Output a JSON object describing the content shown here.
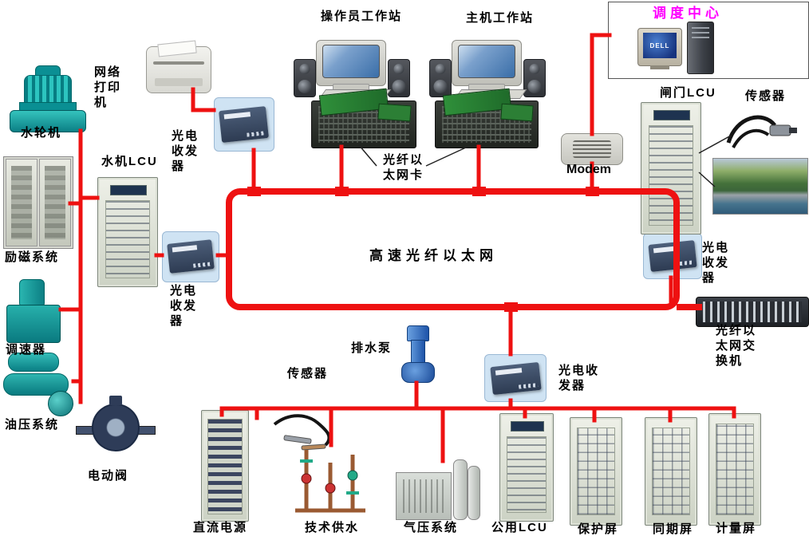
{
  "colors": {
    "line_red": "#ee1111",
    "magenta": "#ff00ff"
  },
  "labels": {
    "operator_ws": "操作员工作站",
    "main_ws": "主机工作站",
    "dispatch_center": "调度中心",
    "network_printer": "网络打印机",
    "transceiver_top": "光电收发器",
    "turbine": "水轮机",
    "hydro_lcu": "水机LCU",
    "excitation": "励磁系统",
    "transceiver_left": "光电收发器",
    "fiber_nic": "光纤以太网卡",
    "modem": "Modem",
    "gate_lcu": "闸门LCU",
    "sensor_top": "传感器",
    "ethernet_bus": "高速光纤以太网",
    "governor": "调速器",
    "oil_system": "油压系统",
    "electric_valve": "电动阀",
    "transceiver_right": "光电收发器",
    "fiber_switch": "光纤以太网交换机",
    "drain_pump": "排水泵",
    "sensor_mid": "传感器",
    "transceiver_bottom": "光电收发器",
    "dc_power": "直流电源",
    "tech_water": "技术供水",
    "air_system": "气压系统",
    "common_lcu": "公用LCU",
    "protection_panel": "保护屏",
    "sync_panel": "同期屏",
    "metering_panel": "计量屏"
  },
  "dispatch_pc": {
    "brand": "DELL"
  }
}
